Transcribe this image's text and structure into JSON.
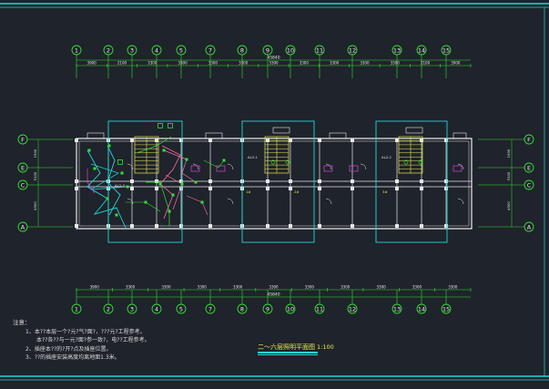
{
  "drawing": {
    "colors": {
      "background": "#1f232b",
      "frame": "#22d8d8",
      "grid_bubble": "#33e033",
      "wall": "#e8e8e8",
      "stair": "#e8e850",
      "wiring_green": "#33e033",
      "wiring_magenta": "#e040e0",
      "wiring_pink": "#ff6fa0",
      "note_text": "#d9d9d9"
    },
    "top_axes": [
      "1",
      "2",
      "3",
      "4",
      "5",
      "7",
      "8",
      "9",
      "10",
      "11",
      "12",
      "13",
      "14",
      "15"
    ],
    "bottom_axes": [
      "1",
      "2",
      "3",
      "4",
      "5",
      "7",
      "8",
      "9",
      "10",
      "11",
      "12",
      "13",
      "14",
      "15"
    ],
    "row_axes_left": [
      "F",
      "E",
      "C",
      "A"
    ],
    "row_axes_right": [
      "F",
      "E",
      "C",
      "A"
    ],
    "top_dims": [
      "3900",
      "2100",
      "3300",
      "3300",
      "3300",
      "3300",
      "3300",
      "3300",
      "3300",
      "3300",
      "3300",
      "2100",
      "3900"
    ],
    "top_total": "45840",
    "bottom_dims": [
      "3900",
      "3300",
      "3300",
      "3300",
      "3300",
      "3300",
      "3300",
      "3300",
      "3300",
      "3300",
      "3300"
    ],
    "bottom_total": "45840",
    "side_dims_left": [
      "1500",
      "5100",
      "4500"
    ],
    "side_dims_right": [
      "1500",
      "5100",
      "4500"
    ],
    "panel_labels": [
      "AL2-1",
      "AL2-2",
      "AL2-3"
    ],
    "room_tags": [
      "1#",
      "2#",
      "3#"
    ]
  },
  "notes": {
    "heading": "注意：",
    "line1": "1、本??本层一个?元?气?面?，???元?工程参考。",
    "line1b": "本??各??与一元?面?参一致?，电??工程参考。",
    "line2": "2、插座本??的?开?点及插座位置。",
    "line3": "3、??的插座安装高度均离地面1.3米。"
  },
  "title": {
    "text": "二～六层照明平面图",
    "scale": "1:100"
  }
}
